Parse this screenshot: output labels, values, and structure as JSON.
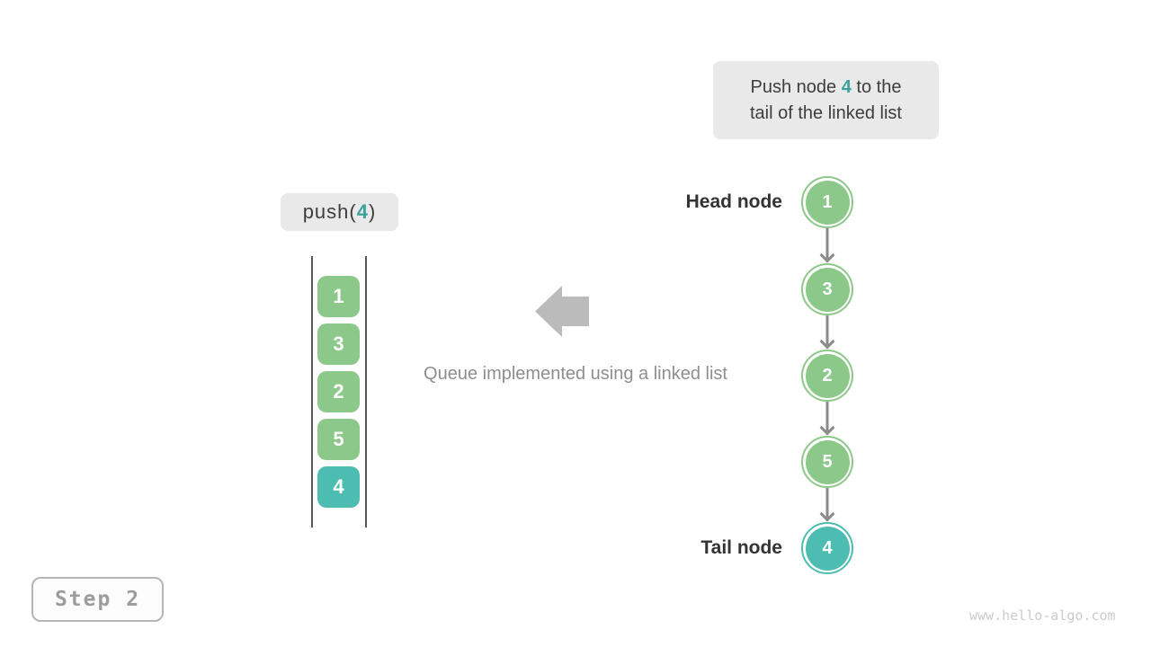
{
  "colors": {
    "node_green": "#8cc88a",
    "node_teal": "#4dbdb2",
    "accent_teal": "#39a29a",
    "arrow_gray": "#8a8a8a",
    "big_arrow_gray": "#bbbbbb"
  },
  "callout": {
    "line1_pre": "Push node ",
    "highlight_value": "4",
    "line1_post": " to the",
    "line2": "tail of the linked list"
  },
  "operation": {
    "pre": "push(",
    "value": "4",
    "post": ")"
  },
  "queue_array": {
    "items": [
      {
        "value": "1",
        "color": "#8cc88a"
      },
      {
        "value": "3",
        "color": "#8cc88a"
      },
      {
        "value": "2",
        "color": "#8cc88a"
      },
      {
        "value": "5",
        "color": "#8cc88a"
      },
      {
        "value": "4",
        "color": "#4dbdb2"
      }
    ]
  },
  "caption": "Queue implemented using a linked list",
  "linked_list": {
    "head_label": "Head node",
    "tail_label": "Tail node",
    "nodes": [
      {
        "value": "1",
        "color": "#8cc88a"
      },
      {
        "value": "3",
        "color": "#8cc88a"
      },
      {
        "value": "2",
        "color": "#8cc88a"
      },
      {
        "value": "5",
        "color": "#8cc88a"
      },
      {
        "value": "4",
        "color": "#4dbdb2"
      }
    ]
  },
  "step_label": "Step 2",
  "watermark": "www.hello-algo.com"
}
